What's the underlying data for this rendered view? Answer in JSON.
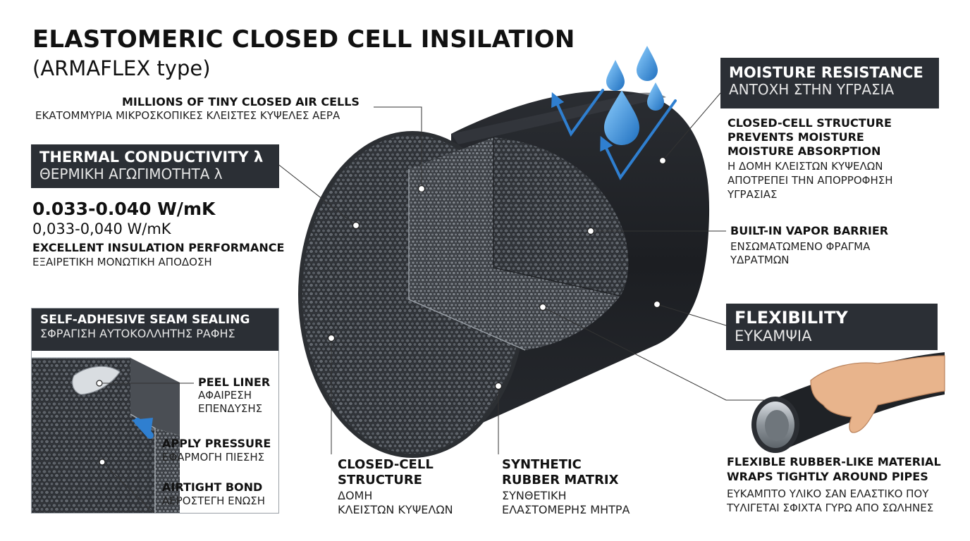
{
  "title": "ELASTOMERIC CLOSED CELL INSILATION",
  "subtitle": "(ARMAFLEX type)",
  "cells_callout": {
    "en": "MILLIONS OF TINY CLOSED AIR CELLS",
    "gr": "ΕΚΑΤΟΜΜΥΡΙΑ ΜΙΚΡΟΣΚΟΠΙΚΕΣ ΚΛΕΙΣΤΕΣ ΚΥΨΕΛΕΣ ΑΕΡΑ"
  },
  "thermal": {
    "en": "THERMAL CONDUCTIVITY λ",
    "gr": "ΘΕΡΜΙΚΗ ΑΓΩΓΙΜΟΤΗΤΑ λ",
    "value_bold": "0.033-0.040 W/mK",
    "value_plain": "0,033-0,040 W/mK",
    "perf_en": "EXCELLENT INSULATION PERFORMANCE",
    "perf_gr": "ΕΞΑΙΡΕΤΙΚΗ ΜΟΝΩΤΙΚΗ ΑΠΟΔΟΣΗ"
  },
  "seam": {
    "en": "SELF-ADHESIVE SEAM SEALING",
    "gr": "ΣΦΡΑΓΙΣΗ ΑΥΤΟΚΟΛΛΗΤΗΣ ΡΑΦΗΣ",
    "peel_en": "PEEL LINER",
    "peel_gr1": "ΑΦΑΙΡΕΣΗ",
    "peel_gr2": "ΕΠΕΝΔΥΣΗΣ",
    "press_en": "APPLY PRESSURE",
    "press_gr": "ΕΦΑΡΜΟΓΗ ΠΙΕΣΗΣ",
    "bond_en": "AIRTIGHT BOND",
    "bond_gr": "ΑΕΡΟΣΤΕΓΗ ΕΝΩΣΗ"
  },
  "closed_cell": {
    "en1": "CLOSED-CELL",
    "en2": "STRUCTURE",
    "gr1": "ΔΟΜΗ",
    "gr2": "ΚΛΕΙΣΤΩΝ ΚΥΨΕΛΩΝ"
  },
  "rubber": {
    "en1": "SYNTHETIC",
    "en2": "RUBBER MATRIX",
    "gr1": "ΣΥΝΘΕΤΙΚΗ",
    "gr2": "ΕΛΑΣΤΟΜΕΡΗΣ ΜΗΤΡΑ"
  },
  "moisture": {
    "en": "MOISTURE RESISTANCE",
    "gr": "ΑΝΤΟΧΗ ΣΤΗΝ ΥΓΡΑΣΙΑ",
    "desc_en1": "CLOSED-CELL STRUCTURE",
    "desc_en2": "PREVENTS MOISTURE",
    "desc_en3": "MOISTURE ABSORPTION",
    "desc_gr1": "Η ΔΟΜΗ ΚΛΕΙΣΤΩΝ ΚΥΨΕΛΩΝ",
    "desc_gr2": "ΑΠΟΤΡΕΠΕΙ ΤΗΝ ΑΠΟΡΡΟΦΗΣΗ",
    "desc_gr3": "ΥΓΡΑΣΙΑΣ"
  },
  "vapor": {
    "en": "BUILT-IN VAPOR BARRIER",
    "gr1": "ΕΝΣΩΜΑΤΩΜΕΝΟ ΦΡΑΓΜΑ",
    "gr2": "ΥΔΡΑΤΜΩΝ"
  },
  "flex": {
    "en": "FLEXIBILITY",
    "gr": "ΕΥΚΑΜΨΙΑ",
    "desc_en1": "FLEXIBLE RUBBER-LIKE MATERIAL",
    "desc_en2": "WRAPS TIGHTLY AROUND PIPES",
    "desc_gr1": "ΕΥΚΑΜΠΤΟ ΥΛΙΚΟ ΣΑΝ ΕΛΑΣΤΙΚΟ ΠΟΥ",
    "desc_gr2": "ΤΥΛΙΓΕΤΑΙ ΣΦΙΧΤΑ ΓΥΡΩ ΑΠΟ ΣΩΛΗΝΕΣ"
  },
  "colors": {
    "header_bg": "#2b2f35",
    "foam": "#3a3d42",
    "jacket": "#1f2226",
    "water": "#3a8fd6",
    "arrow": "#2f7fd0"
  }
}
